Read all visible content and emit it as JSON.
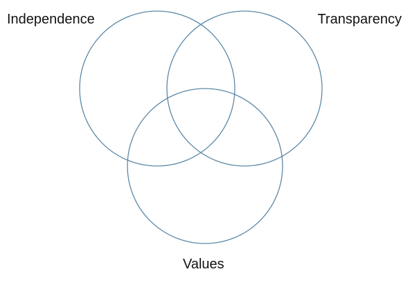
{
  "diagram": {
    "type": "venn",
    "stroke_color": "#5b88a6",
    "sets": [
      {
        "id": "a",
        "label": "Independence"
      },
      {
        "id": "b",
        "label": "Transparency"
      },
      {
        "id": "c",
        "label": "Values"
      }
    ]
  }
}
